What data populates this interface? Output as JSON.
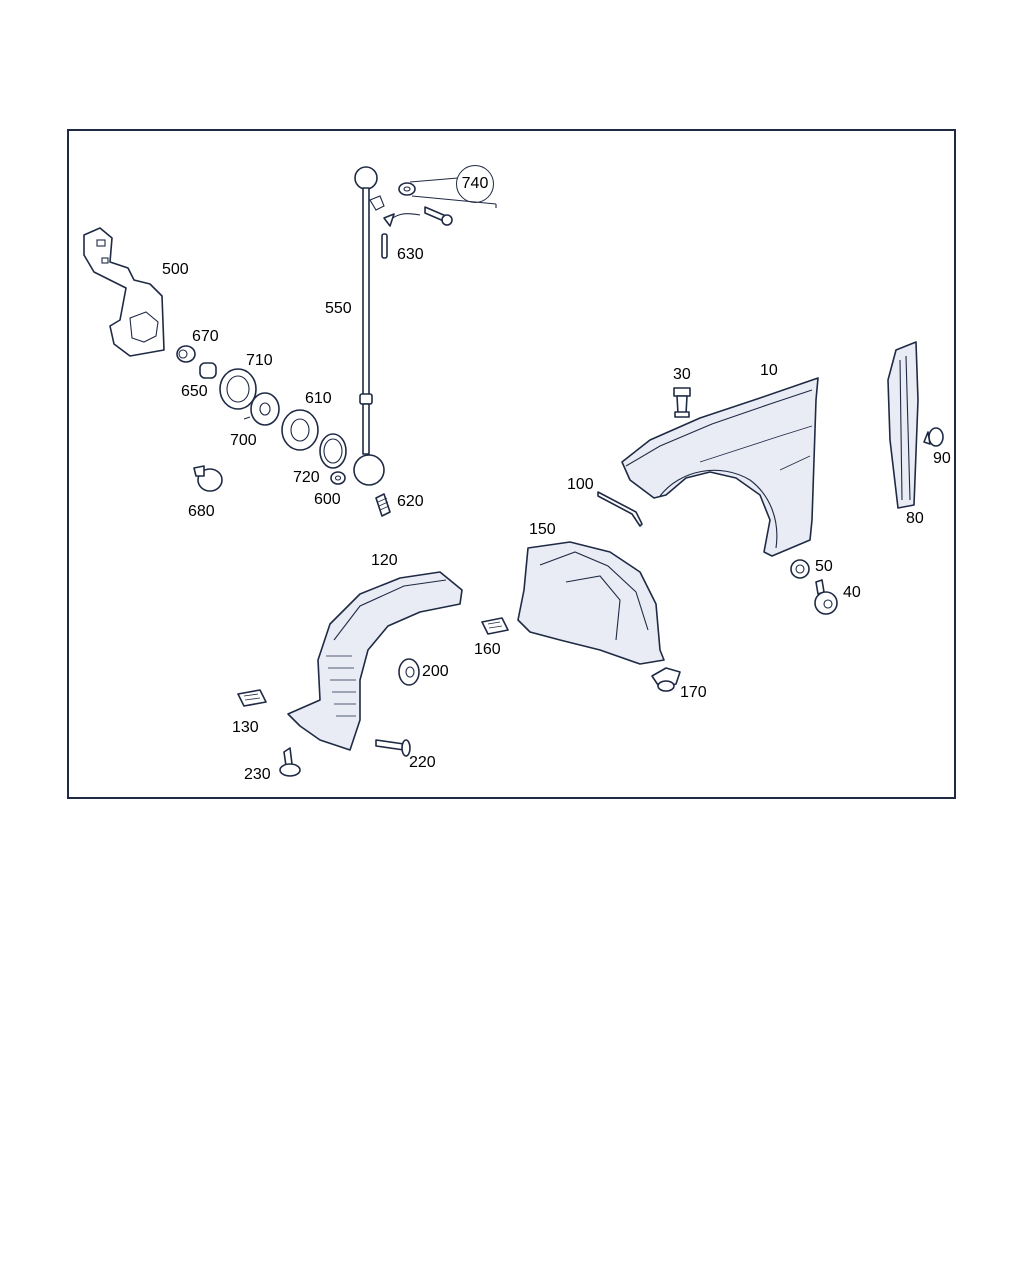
{
  "diagram": {
    "border_color": "#1f2a44",
    "part_numbers": {
      "p10": "10",
      "p30": "30",
      "p40": "40",
      "p50": "50",
      "p80": "80",
      "p90": "90",
      "p100": "100",
      "p120": "120",
      "p130": "130",
      "p150": "150",
      "p160": "160",
      "p170": "170",
      "p200": "200",
      "p220": "220",
      "p230": "230",
      "p500": "500",
      "p550": "550",
      "p600": "600",
      "p610": "610",
      "p620": "620",
      "p630": "630",
      "p650": "650",
      "p670": "670",
      "p680": "680",
      "p700": "700",
      "p710": "710",
      "p720": "720",
      "p740": "740"
    }
  }
}
